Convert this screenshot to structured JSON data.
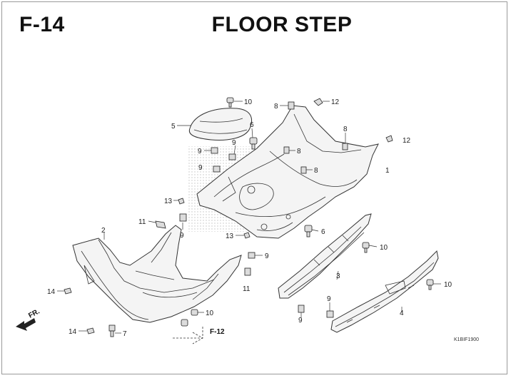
{
  "header": {
    "section_code": "F-14",
    "title": "FLOOR STEP"
  },
  "callouts": {
    "c1": "1",
    "c2": "2",
    "c3": "3",
    "c4": "4",
    "c5": "5",
    "c6a": "6",
    "c6b": "6",
    "c7": "7",
    "c8a": "8",
    "c8b": "8",
    "c8c": "8",
    "c8d": "8",
    "c9a": "9",
    "c9b": "9",
    "c9c": "9",
    "c9d": "9",
    "c9e": "9",
    "c9f": "9",
    "c9g": "9",
    "c10a": "10",
    "c10b": "10",
    "c10c": "10",
    "c10d": "10",
    "c11a": "11",
    "c11b": "11",
    "c12a": "12",
    "c12b": "12",
    "c13a": "13",
    "c13b": "13",
    "c14a": "14",
    "c14b": "14"
  },
  "reference": "F-12",
  "front_marker": "FR.",
  "diagram_code": "K1BIF1900",
  "colors": {
    "line": "#333333",
    "part_fill": "#f4f4f4",
    "frame": "#9a9a9a"
  }
}
